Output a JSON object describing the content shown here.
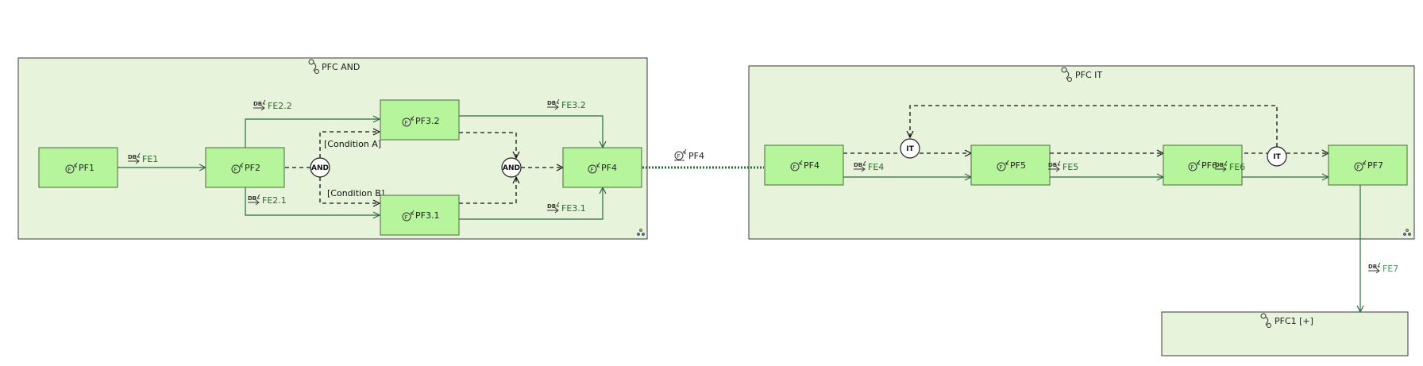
{
  "containers": {
    "and": {
      "title": "PFC AND"
    },
    "it": {
      "title": "PFC IT"
    },
    "collapsed": {
      "title": "PFC1 [+]"
    }
  },
  "functions": {
    "pf1": "PF1",
    "pf2": "PF2",
    "pf32": "PF3.2",
    "pf31": "PF3.1",
    "pf4a": "PF4",
    "pf4b": "PF4",
    "pf5": "PF5",
    "pf6": "PF6",
    "pf7": "PF7"
  },
  "exchanges": {
    "fe1": "FE1",
    "fe22": "FE2.2",
    "fe21": "FE2.1",
    "fe32": "FE3.2",
    "fe31": "FE3.1",
    "fe4": "FE4",
    "fe5": "FE5",
    "fe6": "FE6",
    "fe7": "FE7"
  },
  "link_label": "PF4",
  "gates": {
    "and_split": "AND",
    "and_join": "AND",
    "it_start": "IT",
    "it_end": "IT"
  },
  "conditions": {
    "a": "[Condition A]",
    "b": "[Condition B]"
  },
  "colors": {
    "container_fill": "#e8f3dc",
    "function_fill": "#b7f59c",
    "exchange_line": "#2a6b3a",
    "exchange_text": "#2a6b2a"
  }
}
